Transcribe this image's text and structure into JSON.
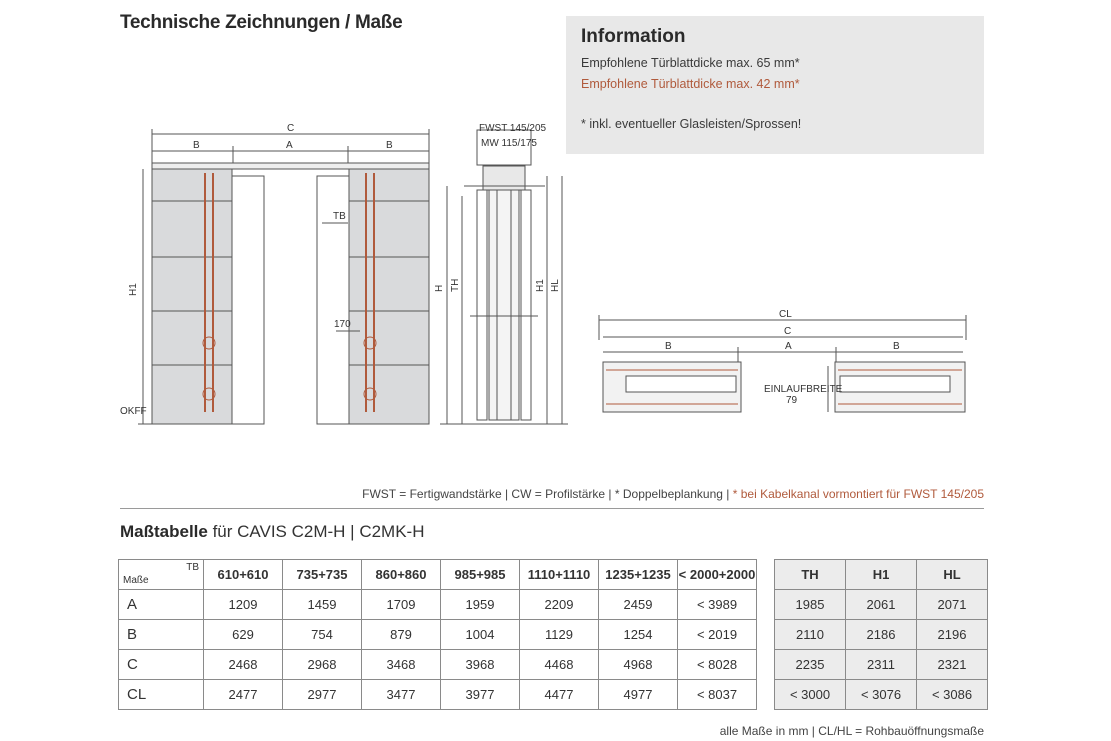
{
  "header": {
    "title": "Technische Zeichnungen / Maße"
  },
  "info": {
    "title": "Information",
    "line1": "Empfohlene Türblattdicke max. 65 mm*",
    "line2": "Empfohlene Türblattdicke max. 42 mm*",
    "note": "* inkl. eventueller Glasleisten/Sprossen!"
  },
  "drawing": {
    "front": {
      "c": "C",
      "b_left": "B",
      "a": "A",
      "b_right": "B",
      "h1": "H1",
      "okff": "OKFF",
      "tb": "TB",
      "d170": "170"
    },
    "section": {
      "fwst": "FWST 145/205",
      "mw": "MW 115/175",
      "h": "H",
      "th": "TH",
      "h1": "H1",
      "hl": "HL"
    },
    "plan": {
      "cl": "CL",
      "c": "C",
      "b_left": "B",
      "a": "A",
      "b_right": "B",
      "einlauf": "EINLAUFBREITE",
      "einlauf_val": "79"
    },
    "colors": {
      "panel": "#d9dadc",
      "rail": "#b05a3c",
      "line": "#555555"
    }
  },
  "legend": {
    "text": "FWST = Fertigwandstärke | CW = Profilstärke | * Doppelbeplankung | ",
    "red": "* bei Kabelkanal vormontiert für FWST 145/205"
  },
  "table": {
    "title_bold": "Maßtabelle",
    "title_rest": " für CAVIS C2M-H | C2MK-H",
    "corner_top": "TB",
    "corner_bottom": "Maße",
    "columns": [
      "610+610",
      "735+735",
      "860+860",
      "985+985",
      "1110+1110",
      "1235+1235",
      "< 2000+2000"
    ],
    "rows": [
      {
        "label": "A",
        "values": [
          "1209",
          "1459",
          "1709",
          "1959",
          "2209",
          "2459",
          "< 3989"
        ]
      },
      {
        "label": "B",
        "values": [
          "629",
          "754",
          "879",
          "1004",
          "1129",
          "1254",
          "< 2019"
        ]
      },
      {
        "label": "C",
        "values": [
          "2468",
          "2968",
          "3468",
          "3968",
          "4468",
          "4968",
          "< 8028"
        ]
      },
      {
        "label": "CL",
        "values": [
          "2477",
          "2977",
          "3477",
          "3977",
          "4477",
          "4977",
          "< 8037"
        ]
      }
    ],
    "side_columns": [
      "TH",
      "H1",
      "HL"
    ],
    "side_rows": [
      [
        "1985",
        "2061",
        "2071"
      ],
      [
        "2110",
        "2186",
        "2196"
      ],
      [
        "2235",
        "2311",
        "2321"
      ],
      [
        "< 3000",
        "< 3076",
        "< 3086"
      ]
    ]
  },
  "footer": "alle Maße in mm | CL/HL = Rohbauöffnungsmaße"
}
